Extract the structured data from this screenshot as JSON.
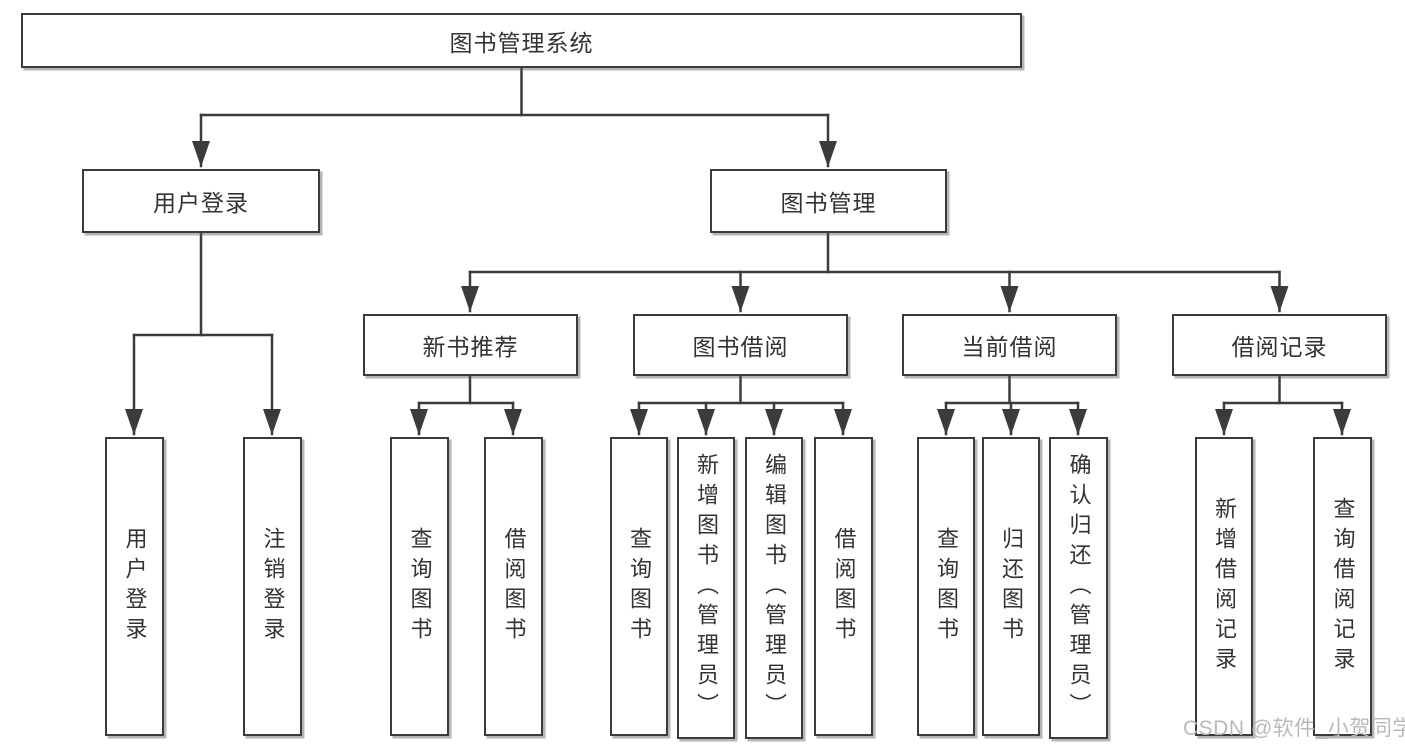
{
  "diagram_type": "hierarchy-tree",
  "nodes": {
    "root": "图书管理系统",
    "user_login": "用户登录",
    "book_mgmt": "图书管理",
    "new_book_rec": "新书推荐",
    "book_borrow": "图书借阅",
    "current_borrow": "当前借阅",
    "borrow_record": "借阅记录",
    "ul_login": "用户登录",
    "ul_logout": "注销登录",
    "nb_query": "查询图书",
    "nb_borrow": "借阅图书",
    "bb_query": "查询图书",
    "bb_add": "新增图书（管理员）",
    "bb_edit": "编辑图书（管理员）",
    "bb_borrow": "借阅图书",
    "cb_query": "查询图书",
    "cb_return": "归还图书",
    "cb_confirm": "确认归还（管理员）",
    "br_add": "新增借阅记录",
    "br_query": "查询借阅记录"
  },
  "edges": [
    [
      "root",
      "user_login"
    ],
    [
      "root",
      "book_mgmt"
    ],
    [
      "user_login",
      "ul_login"
    ],
    [
      "user_login",
      "ul_logout"
    ],
    [
      "book_mgmt",
      "new_book_rec"
    ],
    [
      "book_mgmt",
      "book_borrow"
    ],
    [
      "book_mgmt",
      "current_borrow"
    ],
    [
      "book_mgmt",
      "borrow_record"
    ],
    [
      "new_book_rec",
      "nb_query"
    ],
    [
      "new_book_rec",
      "nb_borrow"
    ],
    [
      "book_borrow",
      "bb_query"
    ],
    [
      "book_borrow",
      "bb_add"
    ],
    [
      "book_borrow",
      "bb_edit"
    ],
    [
      "book_borrow",
      "bb_borrow"
    ],
    [
      "current_borrow",
      "cb_query"
    ],
    [
      "current_borrow",
      "cb_return"
    ],
    [
      "current_borrow",
      "cb_confirm"
    ],
    [
      "borrow_record",
      "br_add"
    ],
    [
      "borrow_record",
      "br_query"
    ]
  ],
  "watermark": "CSDN @软件_小贺同学",
  "colors": {
    "line": "#3b3b3b",
    "text": "#333333",
    "box_background": "#ffffff",
    "watermark": "#b9b9b9"
  }
}
